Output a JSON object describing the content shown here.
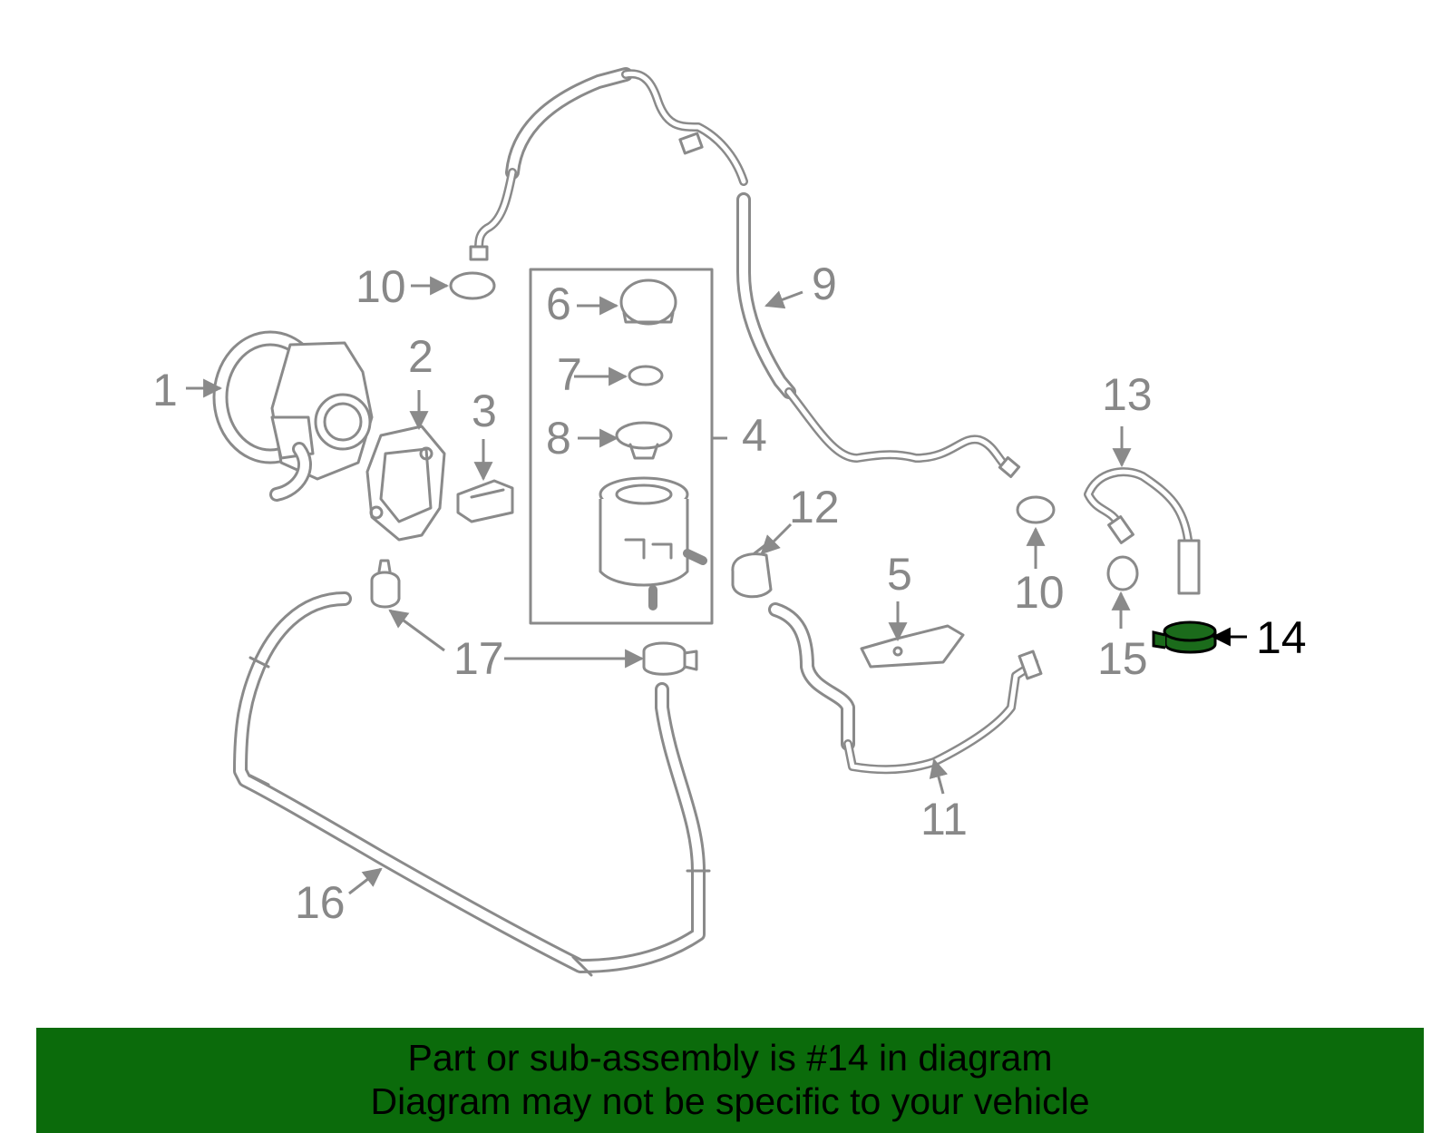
{
  "diagram": {
    "callouts": {
      "c1": "1",
      "c2": "2",
      "c3": "3",
      "c4": "4",
      "c5": "5",
      "c6": "6",
      "c7": "7",
      "c8": "8",
      "c9": "9",
      "c10a": "10",
      "c10b": "10",
      "c11": "11",
      "c12": "12",
      "c13": "13",
      "c14": "14",
      "c15": "15",
      "c16": "16",
      "c17": "17"
    },
    "highlight_part": "14",
    "colors": {
      "part_stroke": "#8a8a8a",
      "highlight_fill": "#1b6b1b",
      "footer_bg": "#0b6b0b"
    }
  },
  "footer": {
    "line1": "Part or sub-assembly is #14 in diagram",
    "line2": "Diagram may not be specific to your vehicle"
  }
}
